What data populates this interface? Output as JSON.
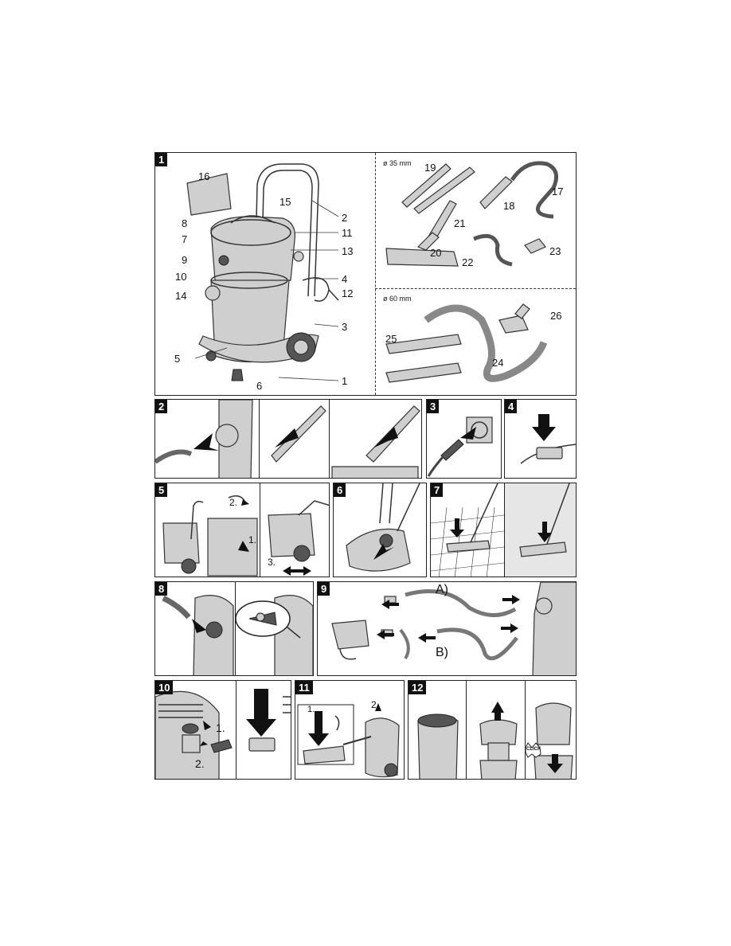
{
  "figures": [
    {
      "number": "1"
    },
    {
      "number": "2"
    },
    {
      "number": "3"
    },
    {
      "number": "4"
    },
    {
      "number": "5"
    },
    {
      "number": "6"
    },
    {
      "number": "7"
    },
    {
      "number": "8"
    },
    {
      "number": "9"
    },
    {
      "number": "10"
    },
    {
      "number": "11"
    },
    {
      "number": "12"
    }
  ],
  "fig1": {
    "callouts": [
      "1",
      "2",
      "3",
      "4",
      "5",
      "6",
      "7",
      "8",
      "9",
      "10",
      "11",
      "12",
      "13",
      "14",
      "15",
      "16"
    ],
    "acc_small_diameter": "ø 35 mm",
    "acc_large_diameter": "ø 60 mm",
    "acc_callouts": [
      "17",
      "18",
      "19",
      "20",
      "21",
      "22",
      "23",
      "24",
      "25",
      "26"
    ]
  },
  "fig5": {
    "step2": "2.",
    "step1": "1.",
    "step3": "3."
  },
  "fig9": {
    "variant_a": "A)",
    "variant_b": "B)"
  },
  "fig10": {
    "step1": "1.",
    "step2": "2."
  },
  "fig11": {
    "step1": "1.",
    "step2": "2."
  },
  "fig12": {
    "click": "CLICK"
  }
}
